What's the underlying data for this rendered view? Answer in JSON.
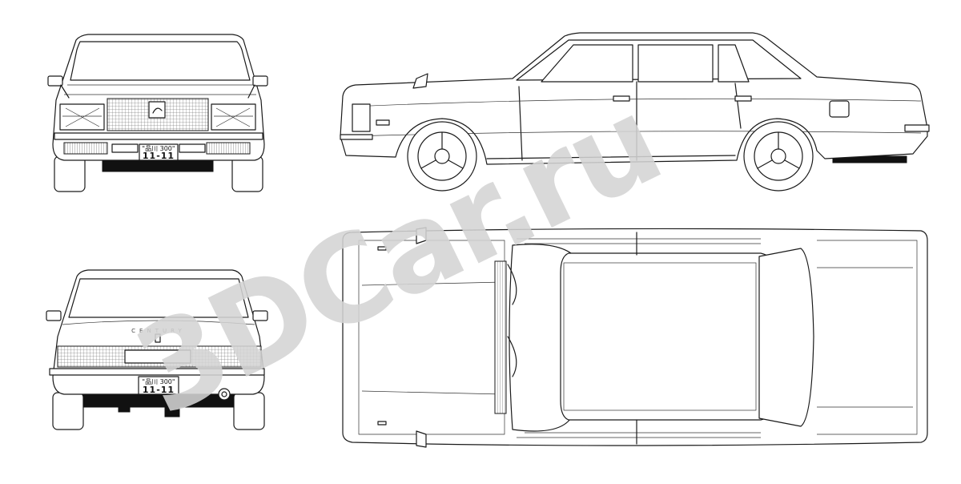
{
  "watermark": {
    "text": "3DCar.ru",
    "color": "#d4d4d4"
  },
  "plates": {
    "front": {
      "top": "\"品川 300\"",
      "number": "11-11"
    },
    "rear": {
      "top": "\"品川 300\"",
      "number": "11-11"
    }
  },
  "rear_emblem": {
    "text": "CENTURY"
  },
  "views": [
    "front-view",
    "side-view",
    "rear-view",
    "top-view"
  ]
}
